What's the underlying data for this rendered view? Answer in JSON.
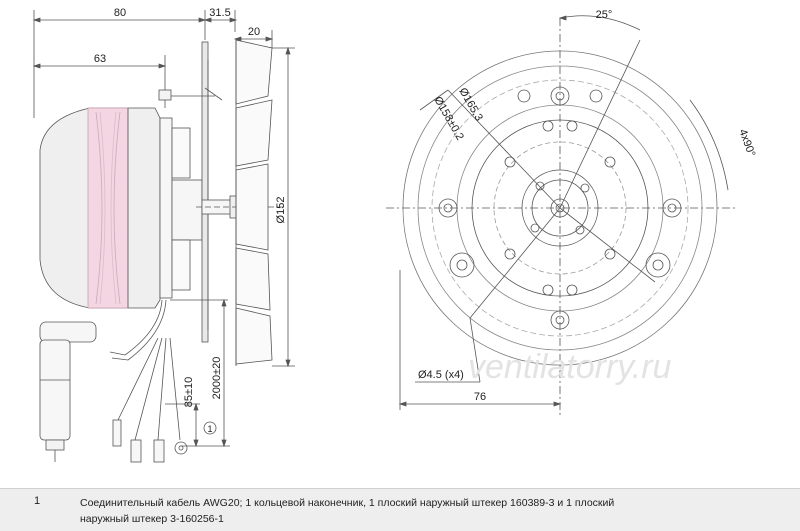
{
  "dimensions": {
    "length_80": "80",
    "length_31_5": "31.5",
    "length_20": "20",
    "length_63": "63",
    "diameter_152": "Ø152",
    "cable_2000": "2000±20",
    "cable_85": "85±10",
    "angle_25": "25°",
    "diameter_165_3": "Ø165.3",
    "diameter_158": "Ø158±0.2",
    "angle_4x90": "4x90°",
    "holes": "Ø4.5 (x4)",
    "length_76": "76"
  },
  "callout": "1",
  "watermark": "ventilatorry.ru",
  "notes": [
    {
      "number": "1",
      "text": "Соединительный кабель AWG20; 1 кольцевой наконечник, 1 плоский наружный штекер 160389-3 и 1 плоский наружный штекер 3-160256-1"
    }
  ],
  "colors": {
    "line": "#555555",
    "rotor": "#ececec",
    "highlight": "#f0c8d8",
    "note_bg": "#eeeeee"
  }
}
